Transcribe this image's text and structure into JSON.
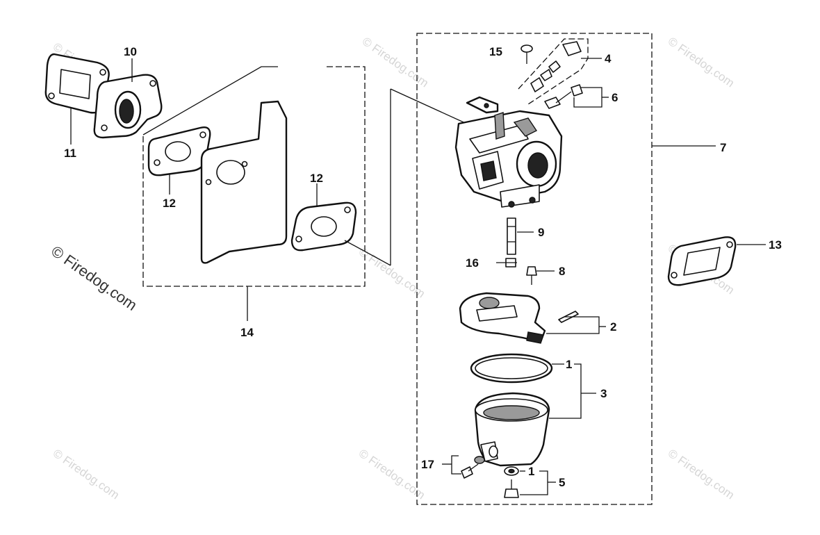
{
  "watermark": {
    "main": "© Firedog.com",
    "tile": "© Firedog.com"
  },
  "callouts": {
    "c1_ring": "1",
    "c1_washer": "1",
    "c2": "2",
    "c3": "3",
    "c4": "4",
    "c5": "5",
    "c6": "6",
    "c7": "7",
    "c8": "8",
    "c9": "9",
    "c10": "10",
    "c11": "11",
    "c12_left": "12",
    "c12_right": "12",
    "c13": "13",
    "c14": "14",
    "c15": "15",
    "c16": "16",
    "c17": "17"
  }
}
